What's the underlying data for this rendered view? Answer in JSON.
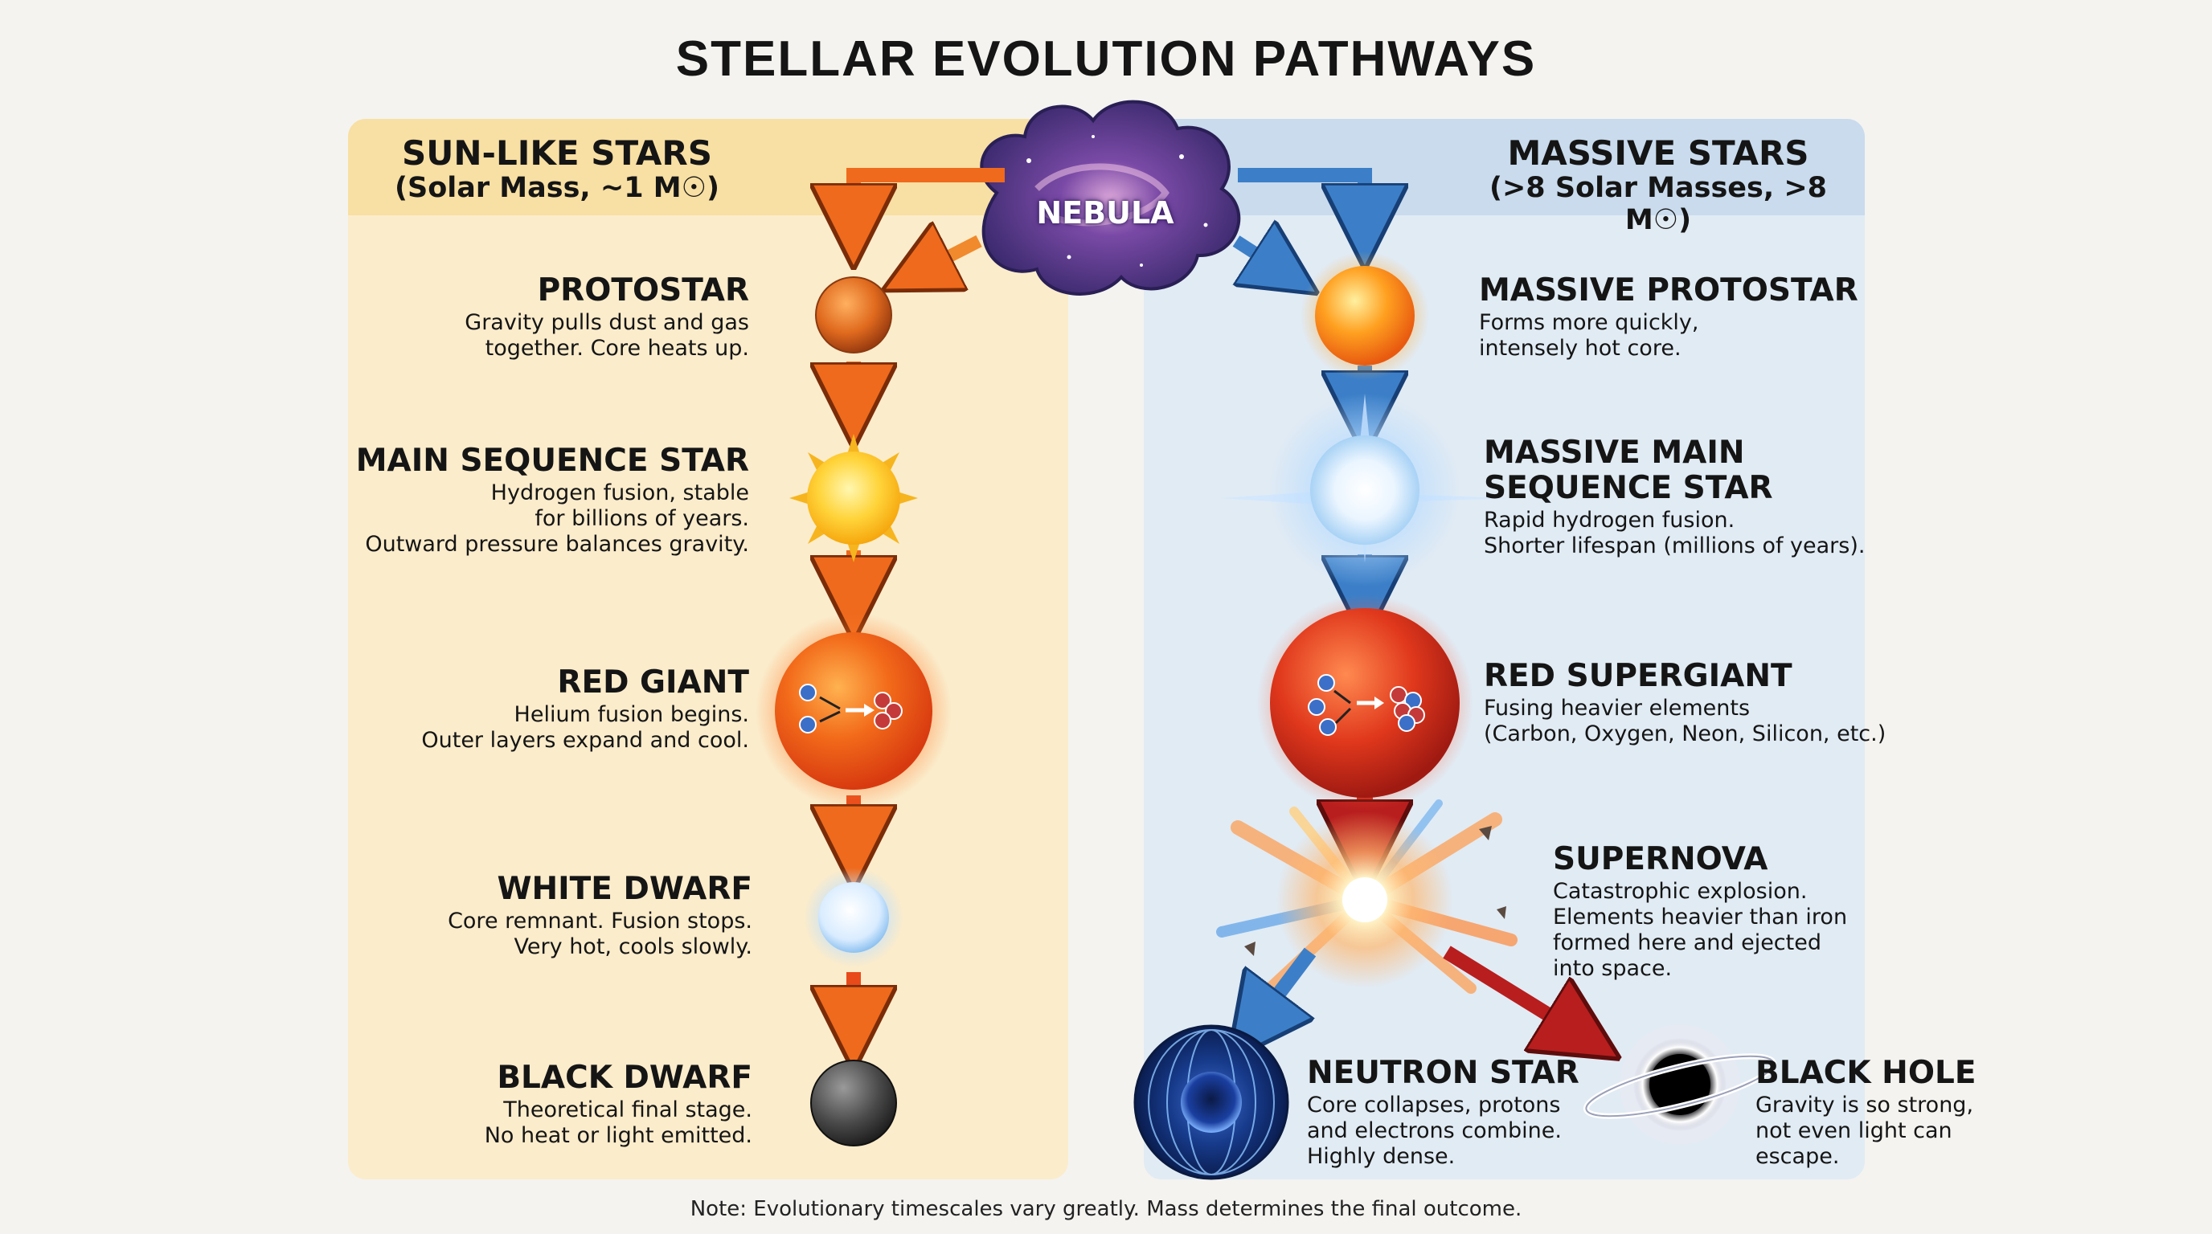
{
  "title": "STELLAR EVOLUTION PATHWAYS",
  "left_panel": {
    "title": "SUN-LIKE STARS",
    "subtitle": "(Solar Mass, ~1 M☉)"
  },
  "right_panel": {
    "title": "MASSIVE STARS",
    "subtitle": "(>8 Solar Masses, >8 M☉)"
  },
  "nebula_label": "NEBULA",
  "sun_like_stages": [
    {
      "name": "PROTOSTAR",
      "desc": "Gravity pulls dust and gas\ntogether. Core heats up."
    },
    {
      "name": "MAIN SEQUENCE STAR",
      "desc": "Hydrogen fusion, stable\nfor billions of years.\nOutward pressure balances gravity."
    },
    {
      "name": "RED GIANT",
      "desc": "Helium fusion begins.\nOuter layers expand and cool."
    },
    {
      "name": "WHITE DWARF",
      "desc": "Core remnant. Fusion stops.\nVery hot, cools slowly."
    },
    {
      "name": "BLACK DWARF",
      "desc": "Theoretical final stage.\nNo heat or light emitted."
    }
  ],
  "massive_stages": [
    {
      "name": "MASSIVE PROTOSTAR",
      "desc": "Forms more quickly,\nintensely hot core."
    },
    {
      "name": "MASSIVE MAIN\nSEQUENCE STAR",
      "desc": "Rapid hydrogen fusion.\nShorter lifespan (millions of years)."
    },
    {
      "name": "RED SUPERGIANT",
      "desc": "Fusing heavier elements\n(Carbon, Oxygen, Neon, Silicon, etc.)"
    },
    {
      "name": "SUPERNOVA",
      "desc": "Catastrophic explosion.\nElements heavier than iron\nformed here and ejected\ninto space."
    },
    {
      "name": "NEUTRON STAR",
      "desc": "Core collapses, protons\nand electrons combine.\nHighly dense."
    },
    {
      "name": "BLACK HOLE",
      "desc": "Gravity is so strong,\nnot even light can\nescape."
    }
  ],
  "note": "Note: Evolutionary timescales vary greatly. Mass determines the final outcome.",
  "colors": {
    "sun_panel": "#fbeccb",
    "massive_panel": "#e1ebf4",
    "orange_arrow": "#ef6a1c",
    "blue_arrow": "#2f6db5",
    "red_arrow": "#b81e1e"
  }
}
